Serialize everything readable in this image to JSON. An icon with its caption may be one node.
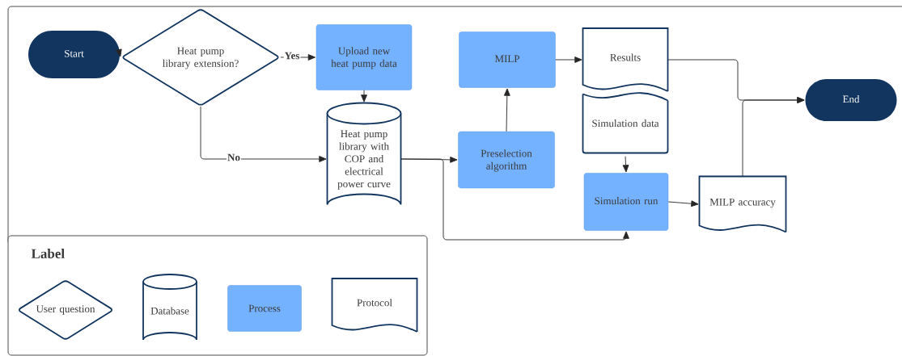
{
  "diagram": {
    "nodes": [
      {
        "text": [
          "Start"
        ]
      },
      {
        "text": [
          "Heat pump library extension?"
        ]
      },
      {
        "text": [
          "Upload new heat pump data"
        ]
      },
      {
        "text": [
          "Heat pump library with COP and electrical power curve"
        ]
      },
      {
        "text": [
          "Preselection algorithm"
        ]
      },
      {
        "text": [
          "MILP"
        ]
      },
      {
        "text": [
          "Results"
        ]
      },
      {
        "text": [
          "Simulation data"
        ]
      },
      {
        "text": [
          "Simulation run"
        ]
      },
      {
        "text": [
          "MILP accuracy"
        ]
      },
      {
        "text": [
          "End"
        ]
      }
    ],
    "edges": [
      {
        "from": 0,
        "to": 1,
        "arrow": "to"
      },
      {
        "from": 1,
        "to": 2,
        "arrow": "to",
        "label": "Yes"
      },
      {
        "from": 1,
        "to": 3,
        "arrow": "to",
        "label": "No"
      },
      {
        "from": 2,
        "to": 3,
        "arrow": "to"
      },
      {
        "from": 3,
        "to": 4,
        "arrow": "to"
      },
      {
        "from": 3,
        "to": 8,
        "arrow": "to"
      },
      {
        "from": 4,
        "to": 5,
        "arrow": "to"
      },
      {
        "from": 5,
        "to": 6,
        "arrow": "to"
      },
      {
        "from": 7,
        "to": 8,
        "arrow": "to"
      },
      {
        "from": 8,
        "to": 9,
        "arrow": "to"
      },
      {
        "from": 6,
        "to": 10,
        "arrow": "to"
      },
      {
        "from": 9,
        "to": 10,
        "arrow": "to"
      }
    ],
    "labels": [
      "Label"
    ],
    "legend": [
      {
        "text": "User question"
      },
      {
        "text": "Database"
      },
      {
        "text": "Process"
      },
      {
        "text": "Protocol"
      }
    ]
  }
}
